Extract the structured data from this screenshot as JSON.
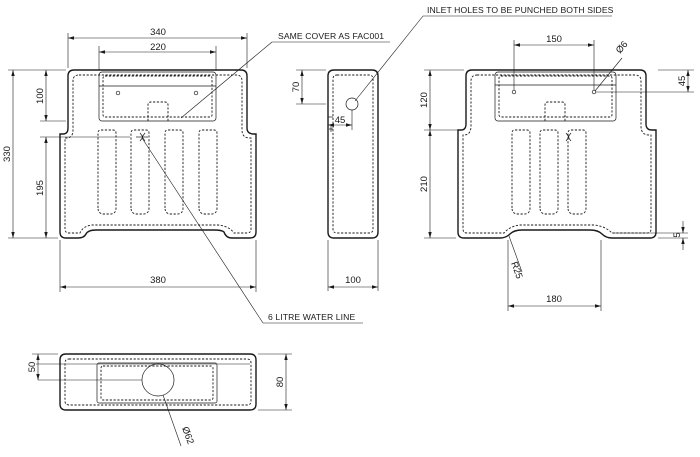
{
  "notes": {
    "same_cover": "SAME COVER AS FAC001",
    "inlet_holes": "INLET HOLES TO BE PUNCHED BOTH SIDES",
    "water_line": "6 LITRE WATER LINE"
  },
  "front_view": {
    "width_overall": "340",
    "width_cover": "220",
    "height_overall": "330",
    "cover_height": "100",
    "lower_height": "195",
    "base_width": "380"
  },
  "side_view": {
    "cover_height": "70",
    "hole_offset": "45",
    "depth": "100"
  },
  "rear_view": {
    "hole_spacing": "150",
    "hole_diameter": "Ø6",
    "hole_offset_right": "45",
    "upper_height": "120",
    "lower_height": "210",
    "foot_height": "5",
    "corner_radius": "R25",
    "foot_span": "180"
  },
  "top_view": {
    "cover_depth": "50",
    "depth": "80",
    "bore_diameter": "Ø62"
  }
}
